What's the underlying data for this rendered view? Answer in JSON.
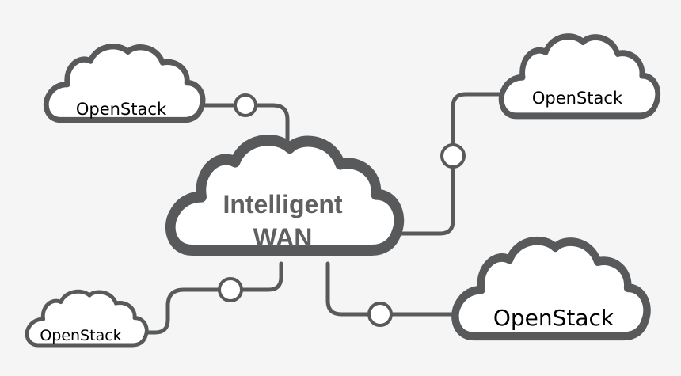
{
  "diagram": {
    "hub": {
      "line1": "Intelligent",
      "line2": "WAN"
    },
    "clouds": [
      {
        "id": "top-left",
        "label": "OpenStack"
      },
      {
        "id": "top-right",
        "label": "OpenStack"
      },
      {
        "id": "bottom-left",
        "label": "OpenStack"
      },
      {
        "id": "bottom-right",
        "label": "OpenStack"
      }
    ],
    "colors": {
      "stroke": "#58595b",
      "fill": "#ffffff",
      "background": "#f5f5f5",
      "hub_text": "#606060"
    }
  }
}
